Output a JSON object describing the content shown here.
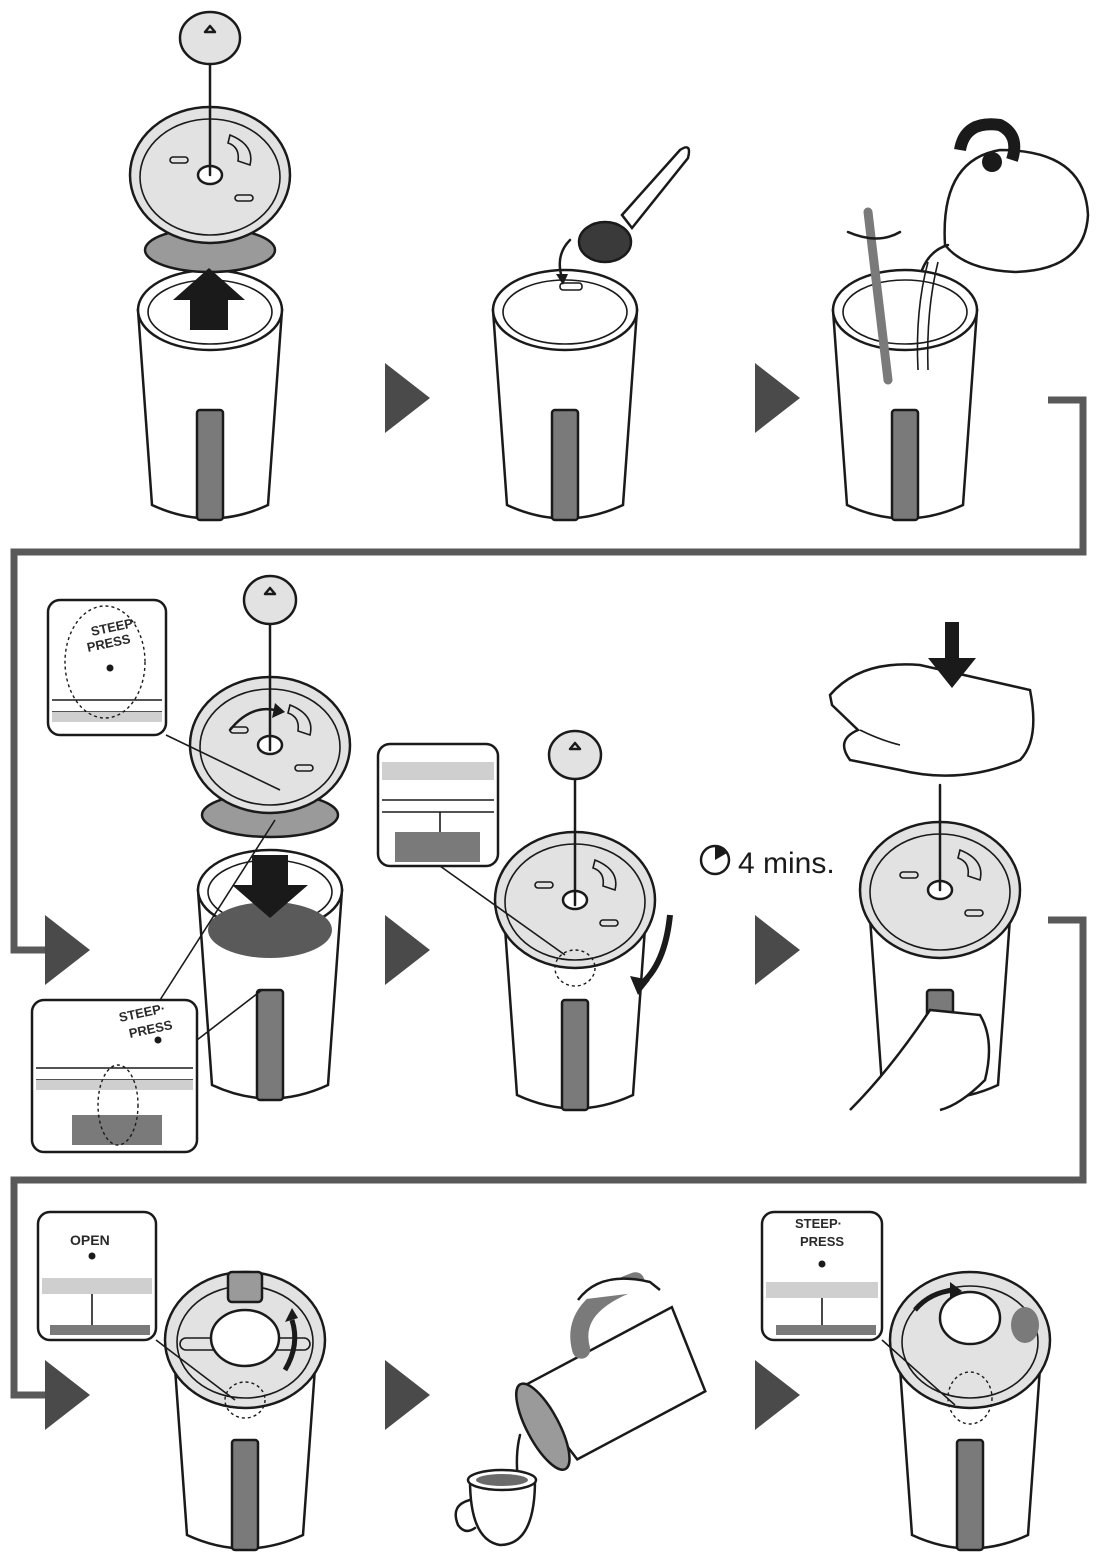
{
  "labels": {
    "steep_press_1": "STEEP·",
    "steep_press_2": "PRESS",
    "open": "OPEN",
    "timer": "4 mins."
  },
  "colors": {
    "flow_line": "#595959",
    "arrow": "#4a4a4a",
    "handle": "#7a7a7a"
  },
  "steps": [
    {
      "icon": "remove-lid-icon"
    },
    {
      "icon": "add-tea-spoon-icon"
    },
    {
      "icon": "pour-water-stir-icon"
    },
    {
      "icon": "insert-plunger-steep-icon"
    },
    {
      "icon": "rotate-lid-icon"
    },
    {
      "icon": "press-plunger-icon"
    },
    {
      "icon": "rotate-to-open-icon"
    },
    {
      "icon": "pour-into-cup-icon"
    },
    {
      "icon": "rotate-to-steep-press-icon"
    }
  ]
}
